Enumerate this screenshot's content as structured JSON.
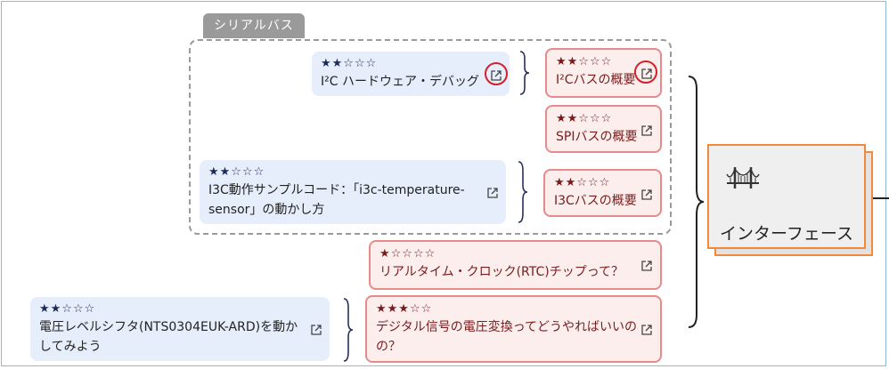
{
  "group": {
    "label": "シリアルバス"
  },
  "root": {
    "label": "インターフェース",
    "icon": "bridge-icon"
  },
  "topics": [
    {
      "id": "i2c",
      "stars": "★★☆☆☆",
      "title": "I²Cバスの概要"
    },
    {
      "id": "spi",
      "stars": "★★☆☆☆",
      "title": "SPIバスの概要"
    },
    {
      "id": "i3c",
      "stars": "★★☆☆☆",
      "title": "I3Cバスの概要"
    },
    {
      "id": "rtc",
      "stars": "★☆☆☆☆",
      "title": "リアルタイム・クロック(RTC)チップって？"
    },
    {
      "id": "adc",
      "stars": "★★★☆☆",
      "title_line1": "デジタル信号の電圧変換ってどうやればいいの",
      "title_line2": "の？"
    }
  ],
  "related": [
    {
      "id": "i2c-debug",
      "stars": "★★☆☆☆",
      "title": "I²C ハードウェア・デバッグ"
    },
    {
      "id": "i3c-sample",
      "stars": "★★☆☆☆",
      "title_line1": "I3C動作サンプルコード：「i3c-temperature-",
      "title_line2": "sensor」の動かし方"
    },
    {
      "id": "level-shifter",
      "stars": "★★☆☆☆",
      "title_line1": "電圧レベルシフタ(NTS0304EUK-ARD)を動か",
      "title_line2": "してみよう"
    }
  ],
  "colors": {
    "blue_card": "#e6eefb",
    "red_card": "#fdeeee",
    "red_border": "#e88a8a",
    "orange": "#f08a3a",
    "highlight_circle": "#d4202a"
  }
}
